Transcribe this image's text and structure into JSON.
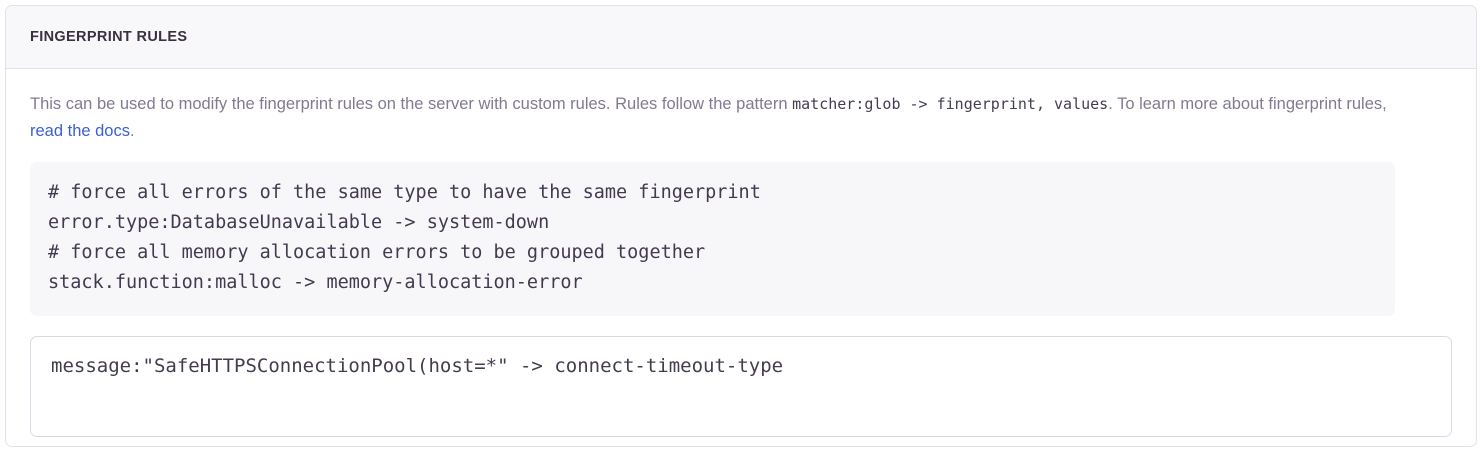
{
  "panel": {
    "title": "FINGERPRINT RULES"
  },
  "description": {
    "text_before_code": "This can be used to modify the fingerprint rules on the server with custom rules. Rules follow the pattern ",
    "inline_code": "matcher:glob -> fingerprint, values",
    "text_after_code": ". To learn more about fingerprint rules, ",
    "link_label": "read the docs",
    "text_after_link": "."
  },
  "example_block": {
    "lines": [
      "# force all errors of the same type to have the same fingerprint",
      "error.type:DatabaseUnavailable -> system-down",
      "# force all memory allocation errors to be grouped together",
      "stack.function:malloc -> memory-allocation-error"
    ],
    "content": "# force all errors of the same type to have the same fingerprint\nerror.type:DatabaseUnavailable -> system-down\n# force all memory allocation errors to be grouped together\nstack.function:malloc -> memory-allocation-error"
  },
  "rules_input": {
    "value": "message:\"SafeHTTPSConnectionPool(host=*\" -> connect-timeout-type",
    "placeholder": ""
  },
  "colors": {
    "panel_border": "#e3e1ea",
    "header_bg": "#f8f8fb",
    "title_text": "#3b3043",
    "description_text": "#837a91",
    "link": "#3b5fd4",
    "code_bg": "#f7f7fa",
    "code_text": "#443a4f",
    "input_border": "#ddd9e4"
  }
}
